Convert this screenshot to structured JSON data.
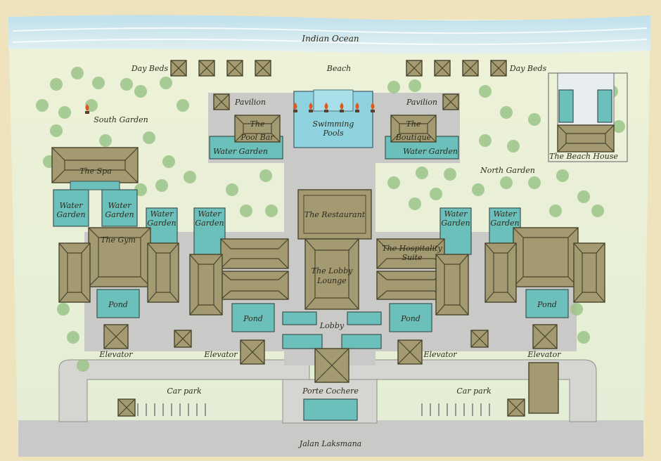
{
  "colors": {
    "background": "#efe3bd",
    "ocean": "#c8e4ee",
    "paving": "#c9c9c7",
    "roof": "#a49a72",
    "water": "#6cc0bb",
    "tree": "#9bc48a",
    "torch": "#e0581c"
  },
  "labels": {
    "ocean": "Indian Ocean",
    "beach": "Beach",
    "day_beds_left": "Day Beds",
    "day_beds_right": "Day Beds",
    "pavilion_left": "Pavilion",
    "pavilion_right": "Pavilion",
    "swimming_pools_1": "Swimming",
    "swimming_pools_2": "Pools",
    "pool_bar_1": "The",
    "pool_bar_2": "Pool Bar",
    "boutique_1": "The",
    "boutique_2": "Boutique",
    "water_garden_left": "Water Garden",
    "water_garden_right": "Water Garden",
    "south_garden": "South Garden",
    "north_garden": "North Garden",
    "beach_house": "The Beach House",
    "spa": "The Spa",
    "wg_spa_left_1": "Water",
    "wg_spa_left_2": "Garden",
    "wg_spa_right_1": "Water",
    "wg_spa_right_2": "Garden",
    "wg_small_1_1": "Water",
    "wg_small_1_2": "Garden",
    "wg_small_2_1": "Water",
    "wg_small_2_2": "Garden",
    "wg_small_3_1": "Water",
    "wg_small_3_2": "Garden",
    "wg_small_4_1": "Water",
    "wg_small_4_2": "Garden",
    "restaurant": "The Restaurant",
    "gym": "The Gym",
    "hospitality_1": "The Hospitality",
    "hospitality_2": "Suite",
    "lobby_lounge_1": "The Lobby",
    "lobby_lounge_2": "Lounge",
    "lobby": "Lobby",
    "pond_1": "Pond",
    "pond_2": "Pond",
    "pond_3": "Pond",
    "pond_4": "Pond",
    "elevator_1": "Elevator",
    "elevator_2": "Elevator",
    "elevator_3": "Elevator",
    "elevator_4": "Elevator",
    "car_park_left": "Car park",
    "car_park_right": "Car park",
    "porte_cochere": "Porte Cochere",
    "street": "Jalan Laksmana"
  },
  "icons": [
    "day-bed-icon",
    "torch-icon",
    "tree-icon",
    "elevator-icon"
  ]
}
